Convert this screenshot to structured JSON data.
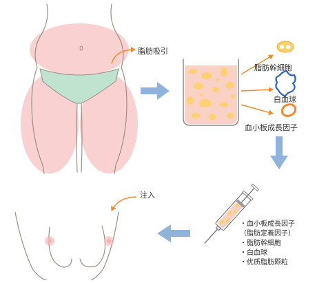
{
  "labels": {
    "liposuction": "脂肪吸引",
    "stem_cell": "脂肪幹細胞",
    "white_blood_cell": "白血球",
    "platelet_growth_factor": "血小板成長因子",
    "injection": "注入"
  },
  "injection_contents": [
    "・血小板成長因子",
    "（脂肪定着因子）",
    "・脂肪幹細胞",
    "・白血球",
    "・优质脂肪颗粒"
  ],
  "colors": {
    "skin_outline": "#9a8f86",
    "fat_highlight": "#f3b3b1",
    "underwear": "#bfe3cf",
    "flow_arrow": "#8fb3dc",
    "pointer_arrow": "#f08a2c",
    "fat_cell": "#fdd06b",
    "beaker_fill": "#fad1c5"
  }
}
